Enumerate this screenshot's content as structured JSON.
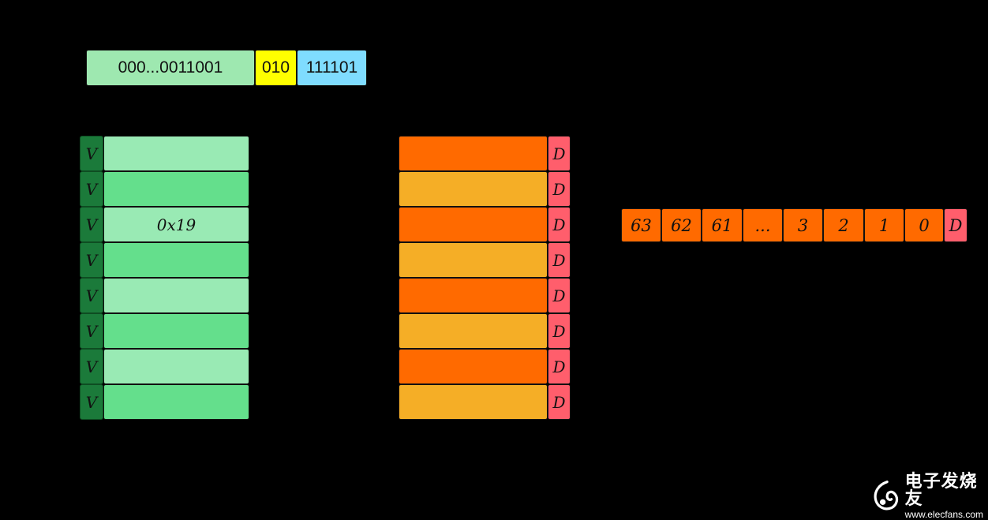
{
  "address": {
    "tag_bits": "000...0011001",
    "index_bits": "010",
    "offset_bits": "111101",
    "colors": {
      "tag": "#9ee8b0",
      "index": "#ffff00",
      "offset": "#7fdcff"
    }
  },
  "tag_array": {
    "valid_label": "V",
    "highlight_value": "0x19",
    "rows": [
      "",
      "",
      "0x19",
      "",
      "",
      "",
      "",
      ""
    ],
    "colors": {
      "light": "#99eab4",
      "medium": "#64df8c",
      "valid": "#1b7a3a"
    }
  },
  "data_array": {
    "dirty_label": "D",
    "rows": 8,
    "colors": {
      "dark": "#ff6a00",
      "light": "#f5ae26",
      "dirty": "#ff5e6c"
    }
  },
  "cache_line": {
    "bits": [
      "63",
      "62",
      "61",
      "...",
      "3",
      "2",
      "1",
      "0"
    ],
    "dirty_label": "D",
    "colors": {
      "bits": "#ff6a00",
      "dirty": "#ff5e6c"
    }
  },
  "watermark": {
    "brand": "电子发烧友",
    "url": "www.elecfans.com"
  }
}
